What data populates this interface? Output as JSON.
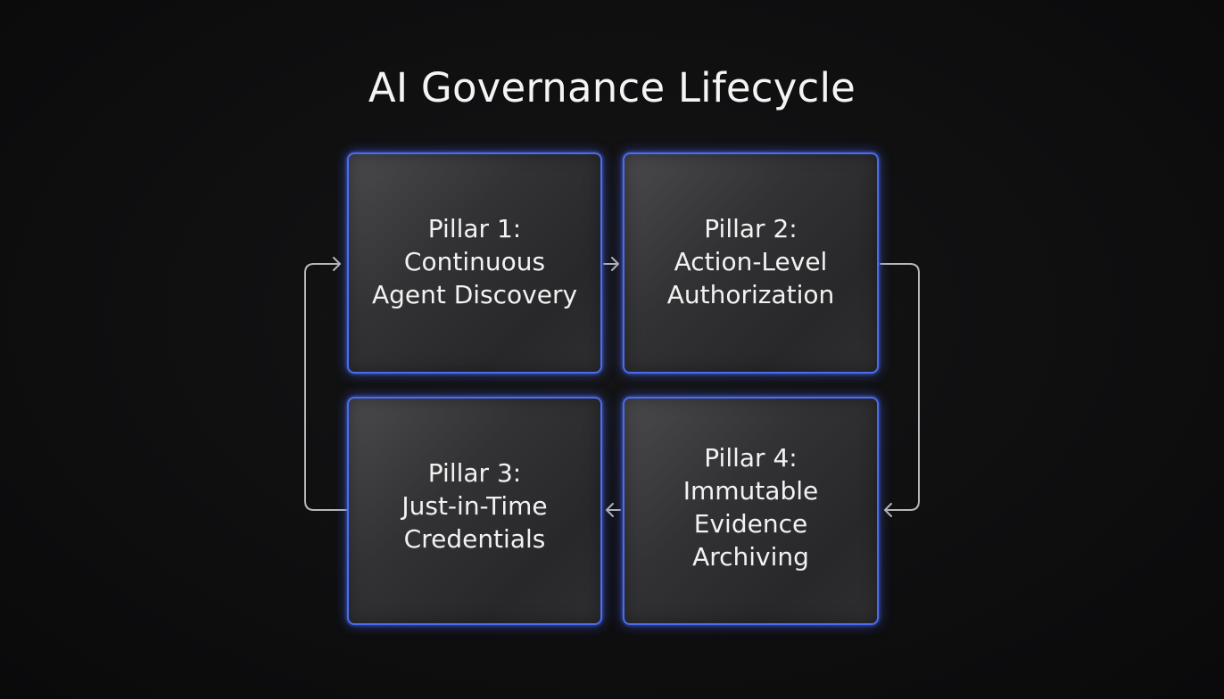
{
  "title": "AI Governance Lifecycle",
  "pillars": [
    {
      "label": "Pillar 1:\nContinuous\nAgent Discovery"
    },
    {
      "label": "Pillar 2:\nAction-Level\nAuthorization"
    },
    {
      "label": "Pillar 3:\nJust-in-Time\nCredentials"
    },
    {
      "label": "Pillar 4:\nImmutable\nEvidence\nArchiving"
    }
  ],
  "colors": {
    "background": "#0f0f10",
    "box_border": "#4a6cf0",
    "box_fill": "#333335",
    "connector": "#b8b8b8",
    "text": "#f2f2f2"
  },
  "flow": [
    {
      "from": "Pillar 1",
      "to": "Pillar 2"
    },
    {
      "from": "Pillar 2",
      "to": "Pillar 4"
    },
    {
      "from": "Pillar 4",
      "to": "Pillar 3"
    },
    {
      "from": "Pillar 3",
      "to": "Pillar 1"
    }
  ]
}
